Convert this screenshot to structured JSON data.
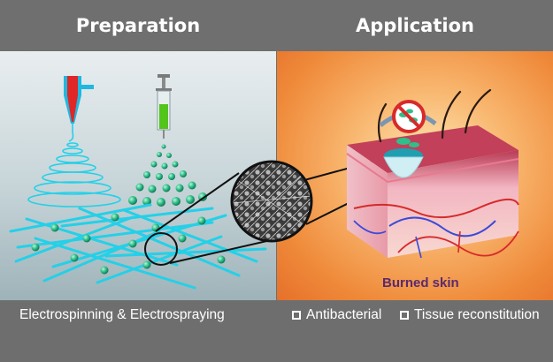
{
  "header": {
    "left": "Preparation",
    "right": "Application"
  },
  "captions": {
    "left": "Electrospinning & Electrospraying",
    "right_1": "Antibacterial",
    "right_2": "Tissue reconstitution"
  },
  "panel_label": "Burned skin",
  "colors": {
    "fiber": "#24d0e8",
    "particle": "#2fbf8a",
    "nozzle": "#e02626",
    "skin_top": "#c2405a",
    "vessel_red": "#d62a2a",
    "vessel_blue": "#3b4ad8"
  },
  "icons": [
    "electrospinning-nozzle-icon",
    "syringe-icon",
    "no-bacteria-icon",
    "hair-icon"
  ]
}
